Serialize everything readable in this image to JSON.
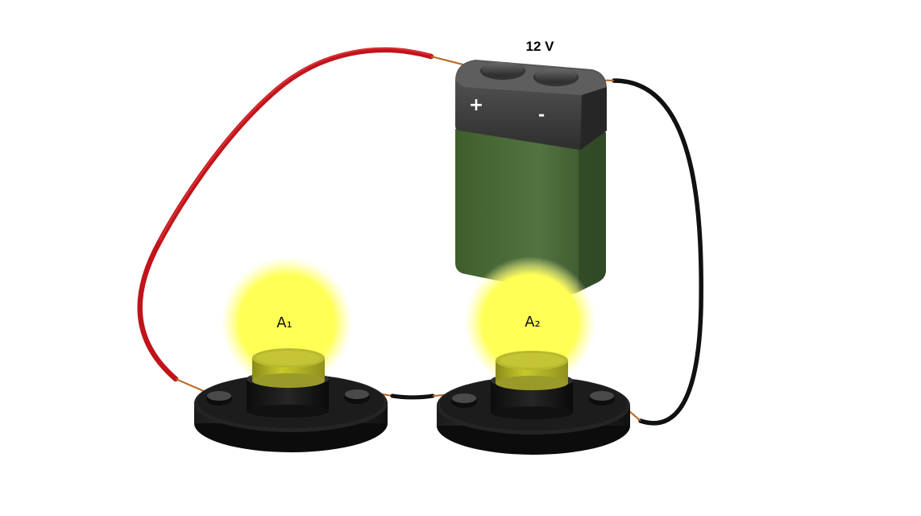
{
  "battery": {
    "voltage_label": "12 V",
    "positive_symbol": "+",
    "negative_symbol": "-",
    "body_color": "#4e6e3a",
    "cap_color": "#3a3a3a"
  },
  "lamps": [
    {
      "label": "A₁",
      "state": "lit"
    },
    {
      "label": "A₂",
      "state": "lit"
    }
  ],
  "wires": {
    "positive_color": "#c0141a",
    "negative_color": "#111111",
    "lead_color": "#b8641e"
  },
  "glow_color": "#ffff55",
  "icons": [
    "battery-icon",
    "lamp-icon",
    "wire-icon"
  ]
}
